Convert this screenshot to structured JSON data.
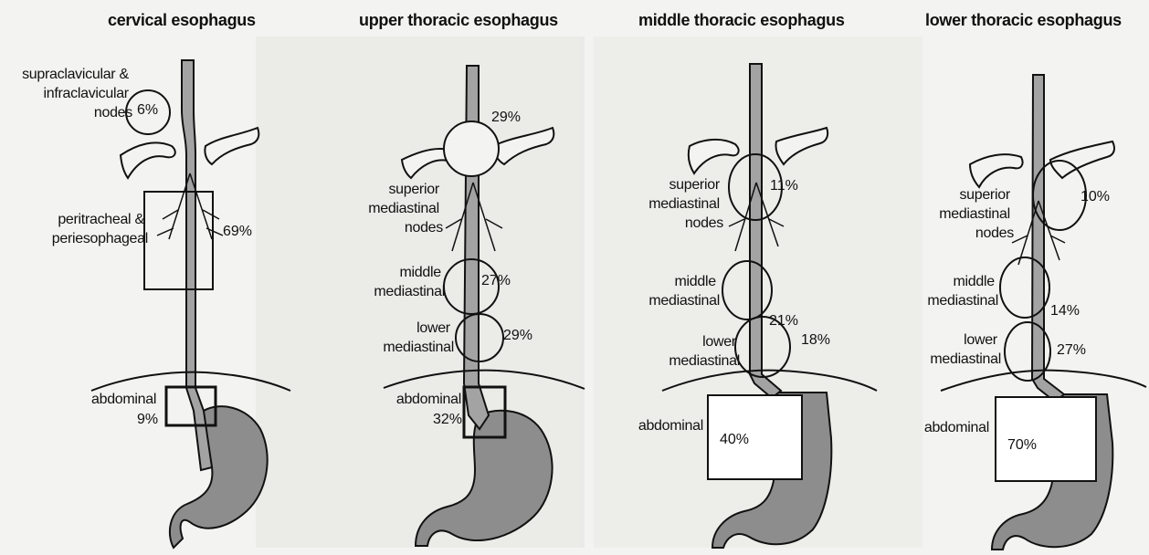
{
  "colors": {
    "ink": "#111111",
    "stomach_fill": "#8d8d8d",
    "esophagus_fill": "#a3a3a3",
    "page_bg": "#f3f3f1",
    "faint_text_bg": "#d9d9d6"
  },
  "panels": [
    {
      "title": "cervical esophagus",
      "nodes": [
        {
          "label_lines": [
            "supraclavicular &",
            "infraclavicular",
            "nodes"
          ],
          "percent": "6%",
          "shape": "circle"
        },
        {
          "label_lines": [
            "peritracheal &",
            "periesophageal"
          ],
          "percent": "69%",
          "shape": "box"
        },
        {
          "label_lines": [
            "abdominal"
          ],
          "percent": "9%",
          "shape": "box"
        }
      ]
    },
    {
      "title": "upper thoracic esophagus",
      "nodes": [
        {
          "label_lines": [],
          "percent": "29%",
          "shape": "circle"
        },
        {
          "label_lines": [
            "superior",
            "mediastinal",
            "nodes"
          ],
          "percent": "",
          "shape": "none"
        },
        {
          "label_lines": [
            "middle",
            "mediastinal"
          ],
          "percent": "27%",
          "shape": "circle"
        },
        {
          "label_lines": [
            "lower",
            "mediastinal"
          ],
          "percent": "29%",
          "shape": "circle"
        },
        {
          "label_lines": [
            "abdominal"
          ],
          "percent": "32%",
          "shape": "box"
        }
      ]
    },
    {
      "title": "middle thoracic esophagus",
      "nodes": [
        {
          "label_lines": [
            "superior",
            "mediastinal",
            "nodes"
          ],
          "percent": "11%",
          "shape": "circle"
        },
        {
          "label_lines": [
            "middle",
            "mediastinal"
          ],
          "percent": "21%",
          "shape": "circle"
        },
        {
          "label_lines": [
            "lower",
            "mediastinal"
          ],
          "percent": "18%",
          "shape": "circle"
        },
        {
          "label_lines": [
            "abdominal"
          ],
          "percent": "40%",
          "shape": "box"
        }
      ]
    },
    {
      "title": "lower thoracic esophagus",
      "nodes": [
        {
          "label_lines": [
            "superior",
            "mediastinal",
            "nodes"
          ],
          "percent": "10%",
          "shape": "circle"
        },
        {
          "label_lines": [
            "middle",
            "mediastinal"
          ],
          "percent": "14%",
          "shape": "circle"
        },
        {
          "label_lines": [
            "lower",
            "mediastinal"
          ],
          "percent": "27%",
          "shape": "circle"
        },
        {
          "label_lines": [
            "abdominal"
          ],
          "percent": "70%",
          "shape": "box"
        }
      ]
    }
  ]
}
